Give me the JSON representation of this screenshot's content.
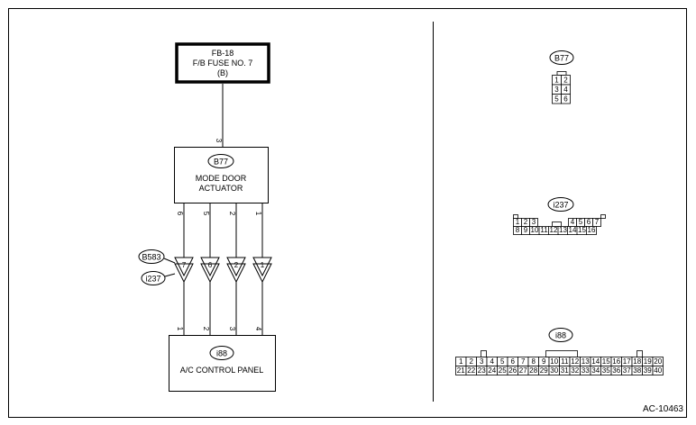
{
  "fuse": {
    "line1": "FB-18",
    "line2": "F/B FUSE NO. 7",
    "line3": "(B)"
  },
  "actuator": {
    "connector": "B77",
    "line1": "MODE DOOR",
    "line2": "ACTUATOR",
    "top_pin": "3",
    "bottom_pins": [
      "6",
      "5",
      "2",
      "1"
    ]
  },
  "junction": {
    "connector_a": "B583",
    "connector_b": "i237",
    "pins": [
      "7",
      "6",
      "2",
      "1"
    ]
  },
  "panel": {
    "connector": "i88",
    "title": "A/C CONTROL PANEL",
    "top_pins": [
      "1",
      "2",
      "3",
      "4"
    ]
  },
  "faces": {
    "b77": {
      "label": "B77",
      "rows": [
        [
          "1",
          "2"
        ],
        [
          "3",
          "4"
        ],
        [
          "5",
          "6"
        ]
      ]
    },
    "i237": {
      "label": "i237",
      "top_row": [
        "1",
        "2",
        "3",
        "",
        "4",
        "5",
        "6",
        "7"
      ],
      "bottom_row": [
        "8",
        "9",
        "10",
        "11",
        "12",
        "13",
        "14",
        "15",
        "16"
      ]
    },
    "i88": {
      "label": "i88",
      "top_row": [
        "1",
        "2",
        "3",
        "4",
        "5",
        "6",
        "7",
        "8",
        "9",
        "10",
        "11",
        "12",
        "13",
        "14",
        "15",
        "16",
        "17",
        "18",
        "19",
        "20"
      ],
      "bottom_row": [
        "21",
        "22",
        "23",
        "24",
        "25",
        "26",
        "27",
        "28",
        "29",
        "30",
        "31",
        "32",
        "33",
        "34",
        "35",
        "36",
        "37",
        "38",
        "39",
        "40"
      ]
    }
  },
  "ref": "AC-10463"
}
